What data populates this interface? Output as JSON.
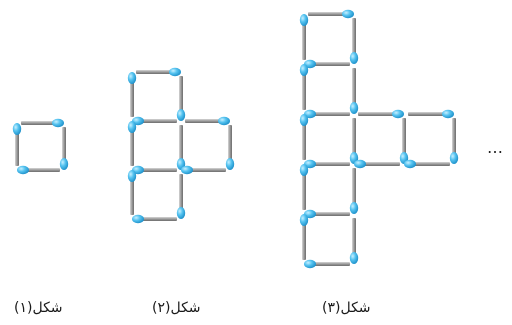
{
  "figures": [
    {
      "caption": "شکل(۱)",
      "squares": [
        [
          0,
          0
        ]
      ]
    },
    {
      "caption": "شکل(۲)",
      "squares": [
        [
          0,
          0
        ],
        [
          0,
          1
        ],
        [
          1,
          1
        ],
        [
          0,
          2
        ]
      ]
    },
    {
      "caption": "شکل(۳)",
      "squares": [
        [
          0,
          0
        ],
        [
          0,
          1
        ],
        [
          0,
          2
        ],
        [
          1,
          2
        ],
        [
          2,
          2
        ],
        [
          0,
          3
        ],
        [
          0,
          4
        ]
      ]
    }
  ],
  "continuation": "…",
  "colors": {
    "stick": "#8c8c8c",
    "stick_light": "#cfcfcf",
    "head": "#3fb6ea",
    "head_light": "#b9e9fb"
  }
}
